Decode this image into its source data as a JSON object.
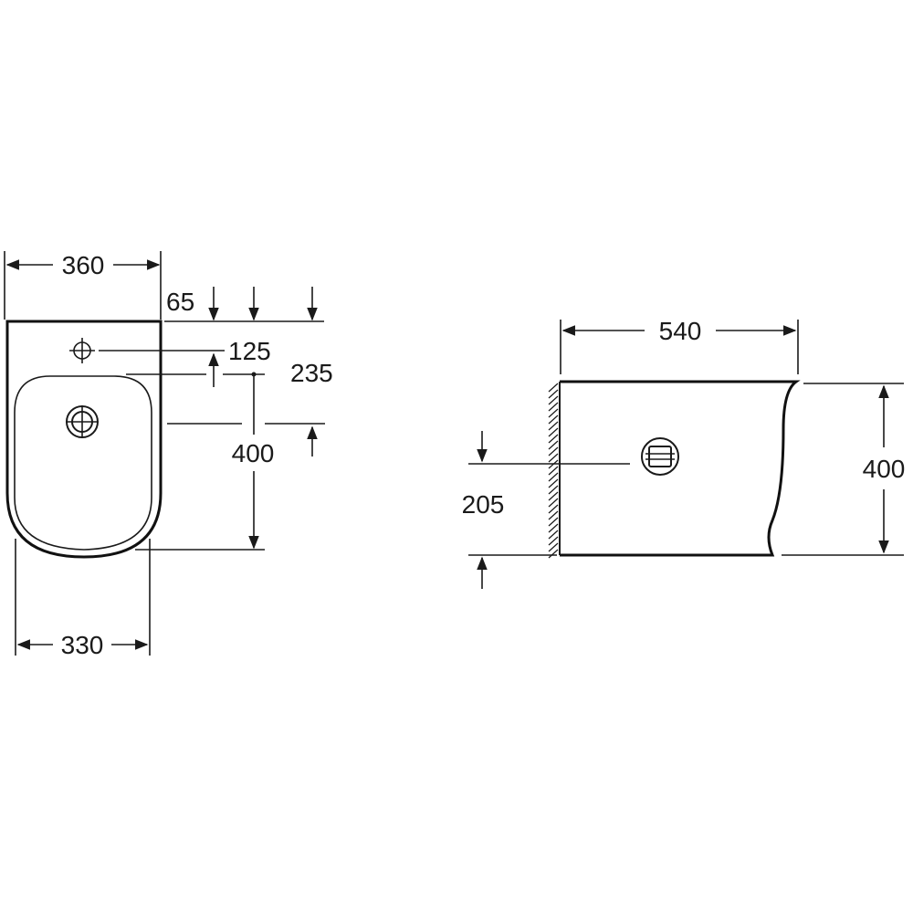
{
  "top_view": {
    "dims": {
      "overall_width": "360",
      "tap_hole_offset": "65",
      "tap_hole_to_waste": "125",
      "front_to_waste": "235",
      "depth": "400",
      "base_width": "330"
    }
  },
  "side_view": {
    "dims": {
      "length": "540",
      "height": "400",
      "waste_height": "205"
    }
  },
  "colors": {
    "line": "#1a1a1a",
    "background": "#ffffff"
  }
}
